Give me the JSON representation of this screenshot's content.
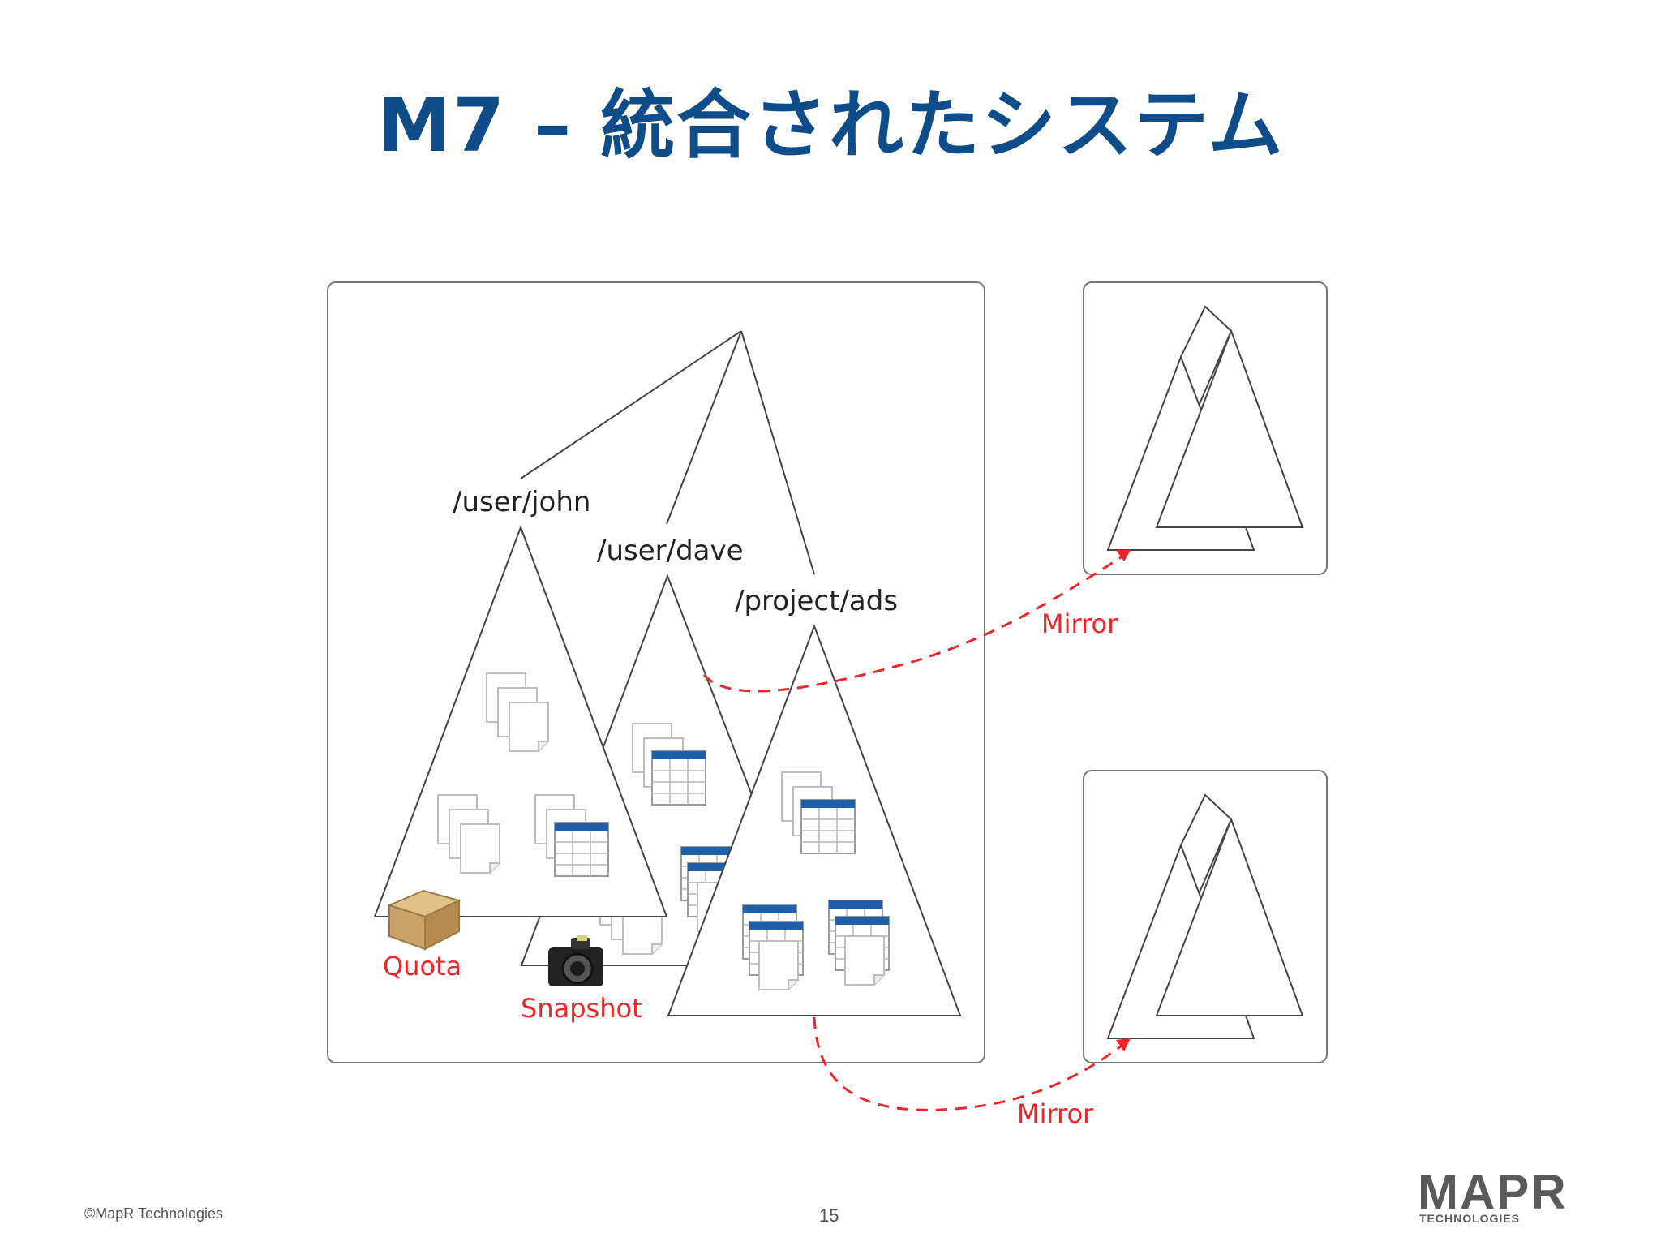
{
  "title": "M7 – 統合されたシステム",
  "diagram": {
    "paths": [
      "/user/john",
      "/user/dave",
      "/project/ads"
    ],
    "labels": {
      "quota": "Quota",
      "snapshot": "Snapshot",
      "mirror_top": "Mirror",
      "mirror_bottom": "Mirror"
    },
    "colors": {
      "accent_red": "#e8262b",
      "title_blue": "#0f4c8a",
      "line": "#444444",
      "table_header": "#1f5fa8"
    }
  },
  "footer": {
    "copyright": "©MapR Technologies",
    "page_number": "15",
    "logo_text": "MAPR",
    "logo_sub": "TECHNOLOGIES"
  }
}
